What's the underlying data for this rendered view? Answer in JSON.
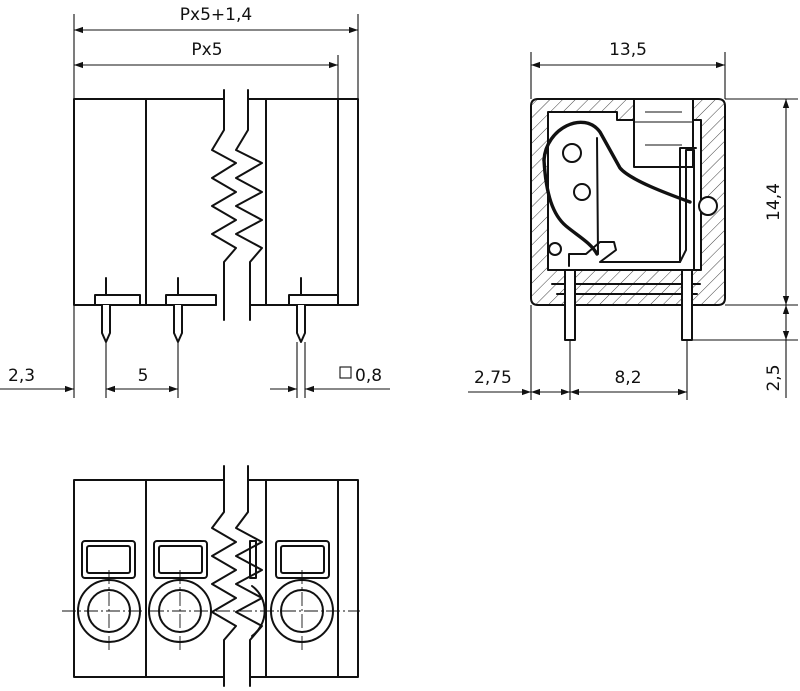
{
  "dimensions": {
    "overall_width": "Px5+1,4",
    "pitch_width": "Px5",
    "first_pin_offset": "2,3",
    "pin_pitch": "5",
    "pin_section": "0,8",
    "body_depth": "13,5",
    "body_height": "14,4",
    "side_pin_offset": "2,75",
    "side_pin_spacing": "8,2",
    "pin_length": "2,5"
  },
  "colors": {
    "line": "#111111",
    "background": "#ffffff"
  }
}
